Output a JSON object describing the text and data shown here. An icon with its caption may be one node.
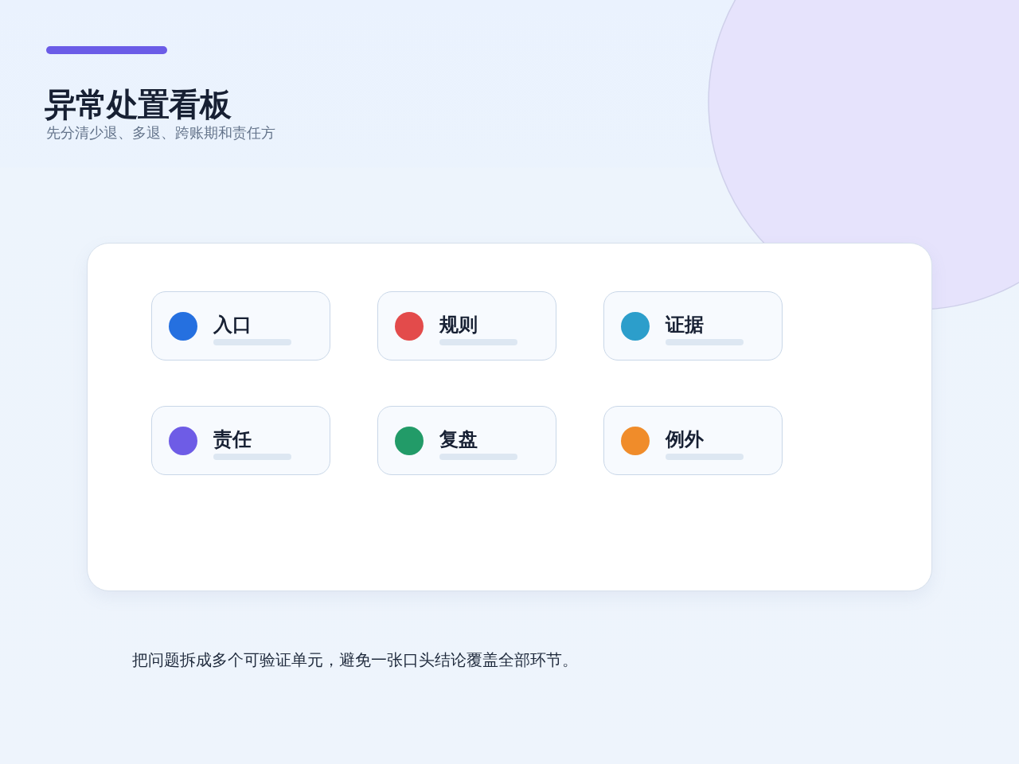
{
  "diagram": {
    "title": "异常处置看板",
    "caption": "把问题拆成多个可验证单元，避免一张口头结论覆盖全部环节。",
    "nodes": [
      {
        "text": [],
        "shape": "box"
      },
      {
        "text": [
          "入口"
        ],
        "in": 0
      },
      {
        "text": [
          "规则"
        ],
        "in": 0
      },
      {
        "text": [
          "证据"
        ],
        "in": 0
      },
      {
        "text": [
          "责任"
        ],
        "in": 0
      },
      {
        "text": [
          "复盘"
        ],
        "in": 0
      },
      {
        "text": [
          "例外"
        ],
        "in": 0
      }
    ],
    "labels": [
      "先分清少退、多退、跨账期和责任方"
    ]
  }
}
